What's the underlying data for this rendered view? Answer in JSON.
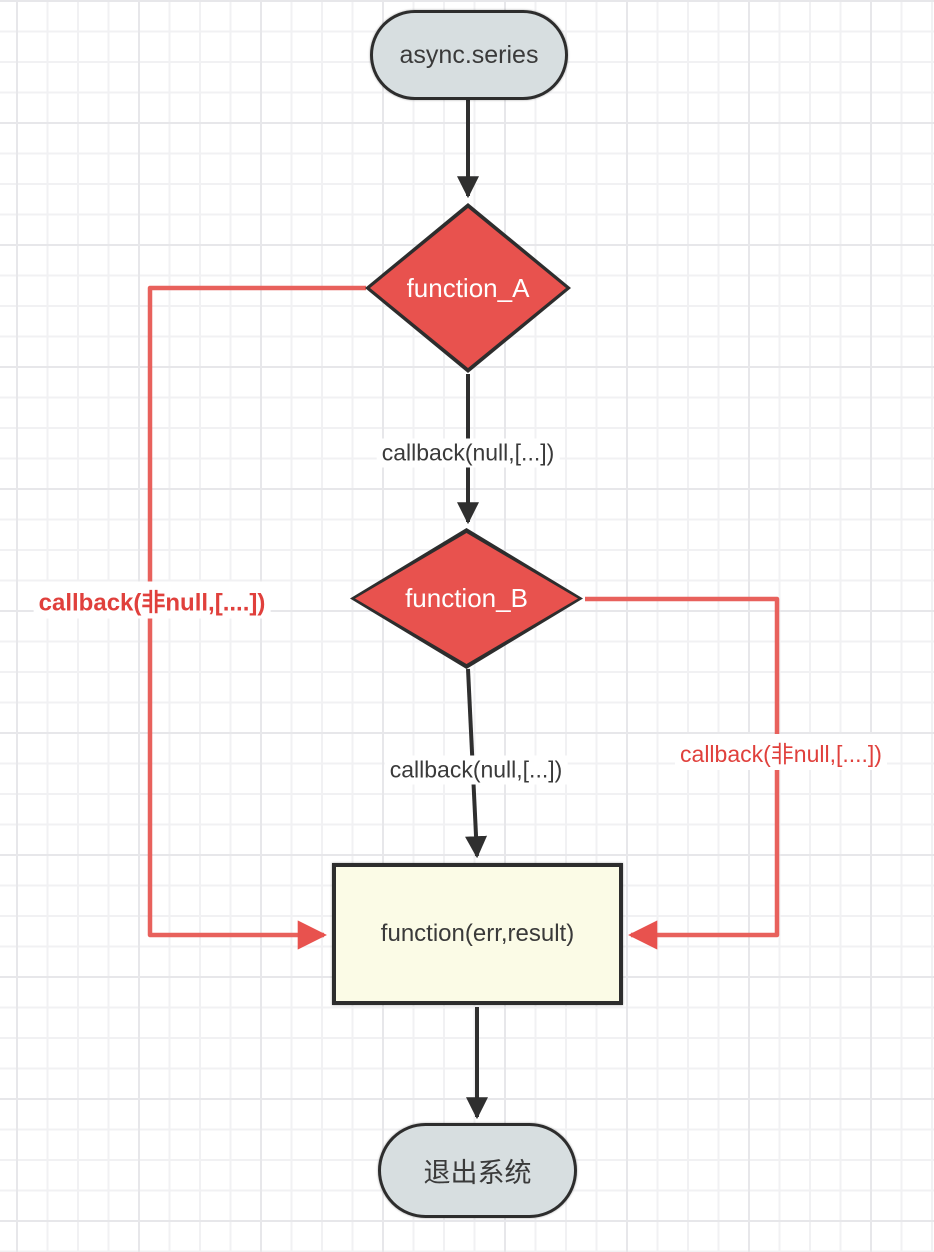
{
  "diagram": {
    "title": "async.series flowchart",
    "colors": {
      "red_fill": "#e8524e",
      "red_line": "#e8615c",
      "node_border": "#2d2d2d",
      "stadium_fill": "#d7dee0",
      "rect_fill": "#fbfbe6",
      "black_line": "#2f2f2f",
      "label_text": "#3a3a3a"
    },
    "nodes": {
      "start": {
        "label": "async.series",
        "shape": "stadium"
      },
      "function_a": {
        "label": "function_A",
        "shape": "diamond"
      },
      "function_b": {
        "label": "function_B",
        "shape": "diamond"
      },
      "handler": {
        "label": "function(err,result)",
        "shape": "rect"
      },
      "exit": {
        "label": "退出系统",
        "shape": "stadium"
      }
    },
    "edge_labels": {
      "a_to_b": "callback(null,[...])",
      "b_to_handler": "callback(null,[...])",
      "a_error": "callback(非null,[....])",
      "b_error": "callback(非null,[....])"
    }
  }
}
